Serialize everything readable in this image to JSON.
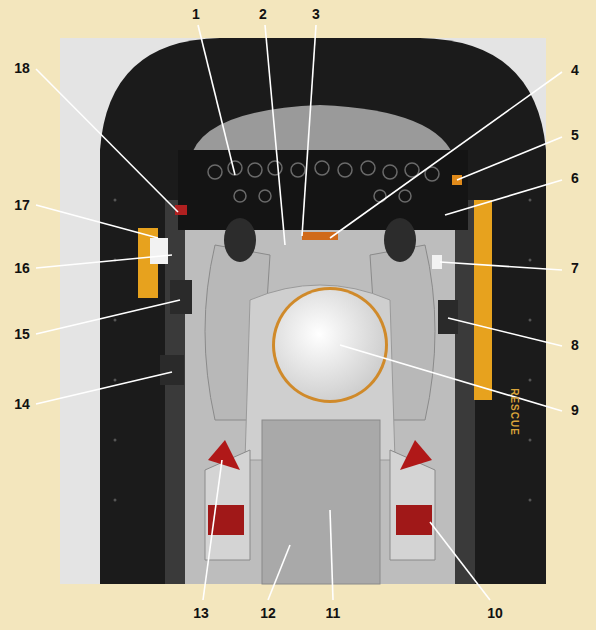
{
  "diagram": {
    "labels": [
      "1",
      "2",
      "3",
      "4",
      "5",
      "6",
      "7",
      "8",
      "9",
      "10",
      "11",
      "12",
      "13",
      "14",
      "15",
      "16",
      "17",
      "18",
      "RESCUE"
    ]
  }
}
